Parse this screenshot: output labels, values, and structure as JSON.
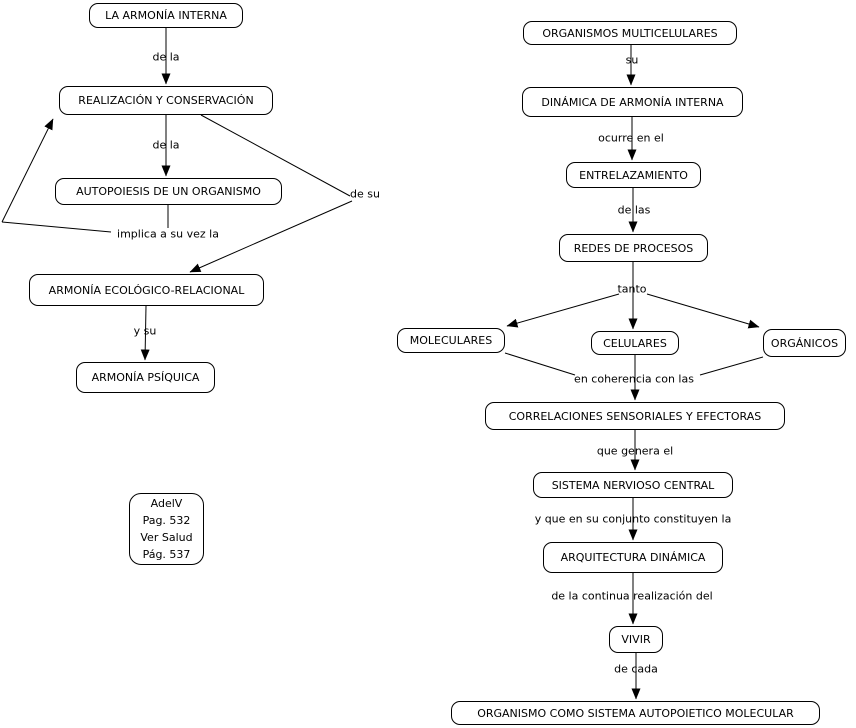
{
  "canvas": {
    "background": "#ffffff",
    "line_color": "#000000",
    "box_background": "#ffffff",
    "box_border": "#000000",
    "text_color": "#000000"
  },
  "left_map": {
    "nodes": {
      "armonia_interna": "LA ARMONÍA INTERNA",
      "realizacion": "REALIZACIÓN Y CONSERVACIÓN",
      "autopoiesis": "AUTOPOIESIS DE UN ORGANISMO",
      "ecologico_relacional": "ARMONÍA ECOLÓGICO-RELACIONAL",
      "psiquica": "ARMONÍA PSÍQUICA"
    },
    "links": {
      "de_la_1": "de la",
      "de_la_2": "de la",
      "implica": "implica a su vez la",
      "de_su": "de su",
      "y_su": "y su"
    },
    "note": {
      "line_1": "AdelV",
      "line_2": "Pag. 532",
      "line_3": "Ver Salud",
      "line_4": "Pág. 537"
    }
  },
  "right_map": {
    "nodes": {
      "organismos_multicelulares": "ORGANISMOS MULTICELULARES",
      "dinamica_armonia_interna": "DINÁMICA DE ARMONÍA INTERNA",
      "entrelazamiento": "ENTRELAZAMIENTO",
      "redes_de_procesos": "REDES DE PROCESOS",
      "moleculares": "MOLECULARES",
      "celulares": "CELULARES",
      "organicos": "ORGÁNICOS",
      "correlaciones": "CORRELACIONES SENSORIALES Y EFECTORAS",
      "sistema_nervioso_central": "SISTEMA NERVIOSO CENTRAL",
      "arquitectura_dinamica": "ARQUITECTURA DINÁMICA",
      "vivir": "VIVIR",
      "organismo_autopoietico": "ORGANISMO COMO SISTEMA AUTOPOIETICO MOLECULAR"
    },
    "links": {
      "su": "su",
      "ocurre_en_el": "ocurre en el",
      "de_las": "de las",
      "tanto": "tanto",
      "en_coherencia": "en coherencia con las",
      "que_genera_el": "que genera el",
      "en_conjunto": "y que en su conjunto constituyen la",
      "continua_realizacion": "de la continua realización del",
      "de_cada": "de cada"
    }
  }
}
